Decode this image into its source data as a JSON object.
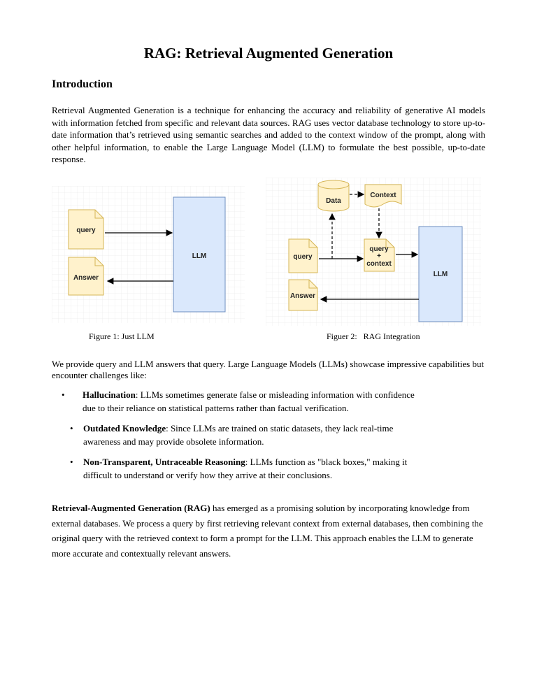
{
  "title": "RAG: Retrieval Augmented Generation",
  "intro_heading": "Introduction",
  "intro_paragraph": "Retrieval Augmented Generation is a technique for enhancing the accuracy and reliability of generative AI models with information fetched from specific and relevant data sources. RAG uses vector database technology to store up-to-date information that’s retrieved using semantic searches and added to the context window of the prompt, along with other helpful information, to enable the Large Language Model (LLM) to formulate the best possible, up-to-date response.",
  "figure1": {
    "caption": "Figure 1: Just LLM",
    "query_label": "query",
    "answer_label": "Answer",
    "llm_label": "LLM"
  },
  "figure2": {
    "caption": "Figuer 2:   RAG Integration",
    "data_label": "Data",
    "context_label": "Context",
    "query_label": "query",
    "combo_line1": "query",
    "combo_line2": "+",
    "combo_line3": "context",
    "llm_label": "LLM",
    "answer_label": "Answer"
  },
  "colors": {
    "doc_fill": "#fff2cc",
    "doc_stroke": "#d6b656",
    "llm_fill": "#dae8fc",
    "llm_stroke": "#6c8ebf",
    "grid": "#e6e6e6"
  },
  "problems_intro": " We provide query and LLM answers that query. Large Language Models (LLMs) showcase impressive capabilities but encounter challenges like:",
  "problems": [
    {
      "bullet": "•",
      "term": "Hallucination",
      "desc_line1": ": LLMs sometimes generate false or misleading  information with confidence",
      "desc_line2": "due to their reliance on statistical patterns rather than factual verification."
    },
    {
      "bullet": "•",
      "term": "Outdated Knowledge",
      "desc_line1": ": Since LLMs are trained on static datasets, they lack real-time",
      "desc_line2": "awareness and may provide obsolete information."
    },
    {
      "bullet": "•",
      "term": "Non-Transparent, Untraceable Reasoning",
      "desc_line1": ": LLMs function as \"black boxes,\" making it",
      "desc_line2": "difficult to understand or verify how they arrive at their conclusions."
    }
  ],
  "rag_term": "Retrieval-Augmented Generation",
  "rag_abbr": "(RAG)",
  "rag_paragraph": " has emerged as a promising solution by incorporating knowledge from external databases. We process a query by first retrieving relevant context from external databases, then combining the original query with the retrieved context to form a prompt for the LLM. This approach enables the LLM to generate more accurate and contextually relevant answers."
}
